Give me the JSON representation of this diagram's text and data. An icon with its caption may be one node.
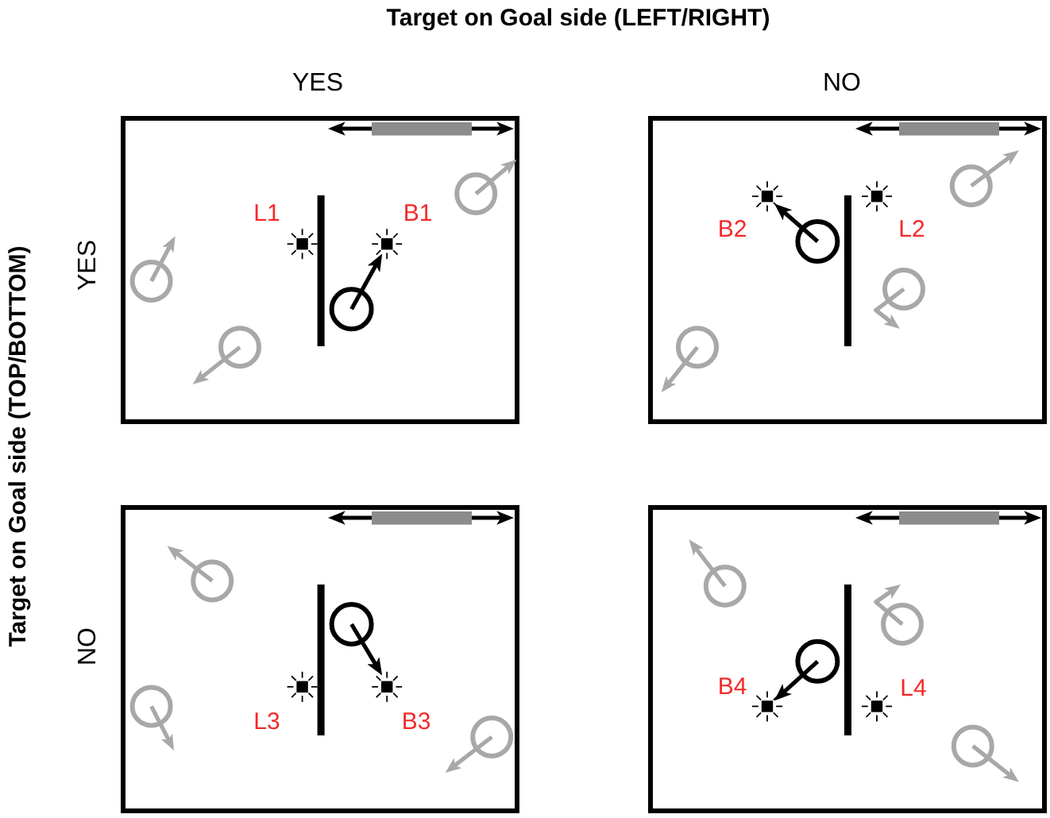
{
  "diagram": {
    "labels": [
      "Target on Goal side (LEFT/RIGHT)",
      "YES",
      "NO",
      "Target on Goal side (TOP/BOTTOM)",
      "YES",
      "L1",
      "B1",
      "B2",
      "L2",
      "NO",
      "L3",
      "B3",
      "B4",
      "L4"
    ]
  }
}
